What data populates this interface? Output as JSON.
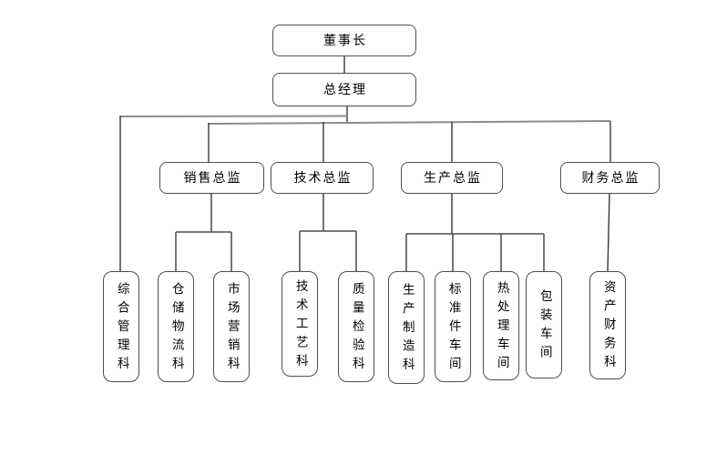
{
  "diagram": {
    "type": "org-chart",
    "background_color": "#ffffff",
    "box_border_color": "#4f4f4f",
    "bus_line_color": "#8c8c8c",
    "branch_line_color": "#3a3a3a",
    "text_color": "#000000"
  },
  "nodes": {
    "chairman": {
      "label": "董事长"
    },
    "general_manager": {
      "label": "总经理"
    },
    "sales_director": {
      "label": "销售总监"
    },
    "tech_director": {
      "label": "技术总监"
    },
    "production_director": {
      "label": "生产总监"
    },
    "finance_director": {
      "label": "财务总监"
    },
    "general_admin": {
      "label": "综合管理科"
    },
    "warehouse_logistics": {
      "label": "仓储物流科"
    },
    "marketing": {
      "label": "市场营销科"
    },
    "tech_process": {
      "label": "技术工艺科"
    },
    "quality_inspection": {
      "label": "质量检验科"
    },
    "production_mfg": {
      "label": "生产制造科"
    },
    "standard_parts_workshop": {
      "label": "标准件车间"
    },
    "heat_treatment_workshop": {
      "label": "热处理车间"
    },
    "packaging_workshop": {
      "label": "包装车间"
    },
    "asset_finance": {
      "label": "资产财务科"
    }
  },
  "hierarchy": [
    {
      "parent": "董事长",
      "children": [
        "总经理"
      ]
    },
    {
      "parent": "总经理",
      "children": [
        "综合管理科",
        "销售总监",
        "技术总监",
        "生产总监",
        "财务总监"
      ]
    },
    {
      "parent": "销售总监",
      "children": [
        "仓储物流科",
        "市场营销科"
      ]
    },
    {
      "parent": "技术总监",
      "children": [
        "技术工艺科",
        "质量检验科"
      ]
    },
    {
      "parent": "生产总监",
      "children": [
        "生产制造科",
        "标准件车间",
        "热处理车间",
        "包装车间"
      ]
    },
    {
      "parent": "财务总监",
      "children": [
        "资产财务科"
      ]
    }
  ]
}
